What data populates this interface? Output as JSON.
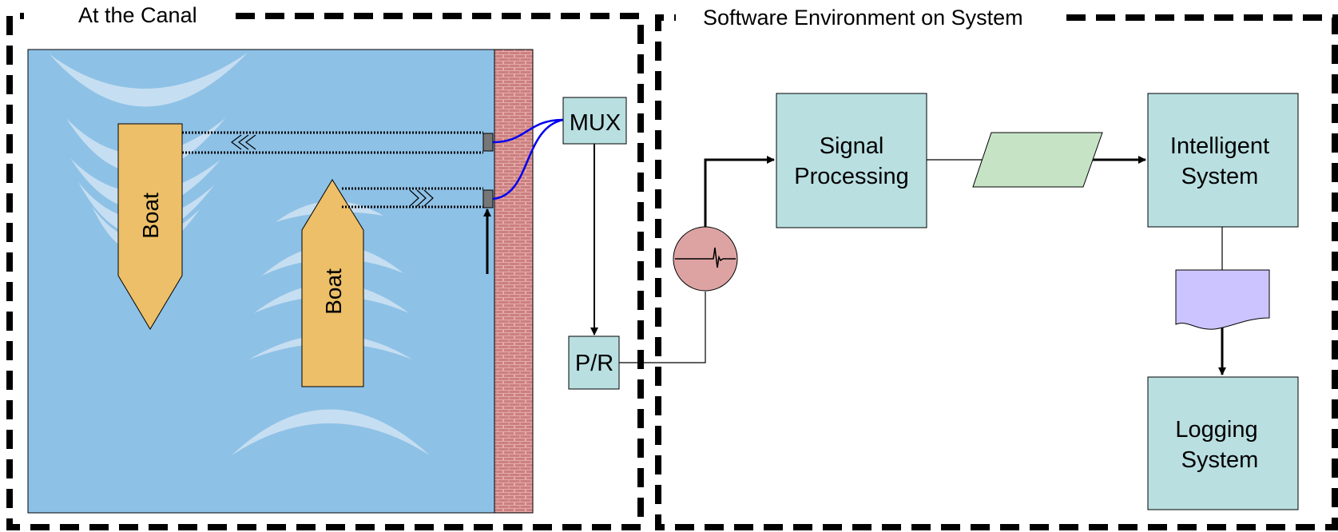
{
  "regions": {
    "canal_title": "At the Canal",
    "software_title": "Software Environment on System"
  },
  "canal": {
    "boat_1_label": "Boat",
    "boat_2_label": "Boat"
  },
  "hardware": {
    "mux_label": "MUX",
    "pr_label": "P/R"
  },
  "software": {
    "signal_processing_line1": "Signal",
    "signal_processing_line2": "Processing",
    "intelligent_system_line1": "Intelligent",
    "intelligent_system_line2": "System",
    "logging_system_line1": "Logging",
    "logging_system_line2": "System"
  },
  "colors": {
    "water": "#8ec1e6",
    "wave": "#c6def1",
    "boat": "#ecbf68",
    "wall": "#cc8080",
    "box": "#b9dfe1",
    "data_parallelogram": "#c6e3c6",
    "document": "#ccc4ff",
    "oscilloscope": "#dda3a3",
    "cable": "#0000ee"
  }
}
